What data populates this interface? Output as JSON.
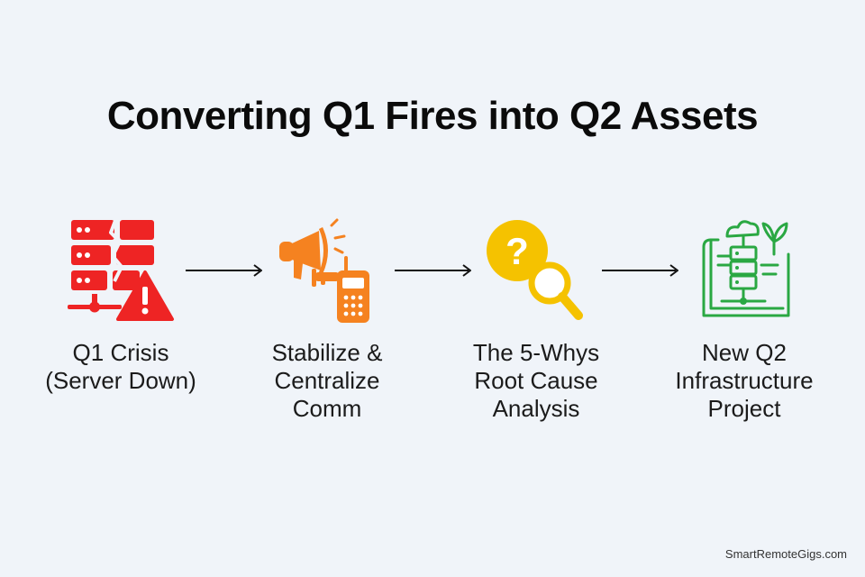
{
  "title": "Converting Q1 Fires into Q2 Assets",
  "steps": [
    {
      "icon": "server-crisis-icon",
      "color": "#ee2424",
      "lines": [
        "Q1 Crisis",
        "(Server Down)"
      ]
    },
    {
      "icon": "megaphone-radio-icon",
      "color": "#f58220",
      "lines": [
        "Stabilize &",
        "Centralize",
        "Comm"
      ]
    },
    {
      "icon": "question-magnifier-icon",
      "color": "#f5c200",
      "lines": [
        "The 5-Whys",
        "Root Cause",
        "Analysis"
      ]
    },
    {
      "icon": "infrastructure-blueprint-icon",
      "color": "#2aa843",
      "lines": [
        "New Q2",
        "Infrastructure",
        "Project"
      ]
    }
  ],
  "watermark": "SmartRemoteGigs.com"
}
